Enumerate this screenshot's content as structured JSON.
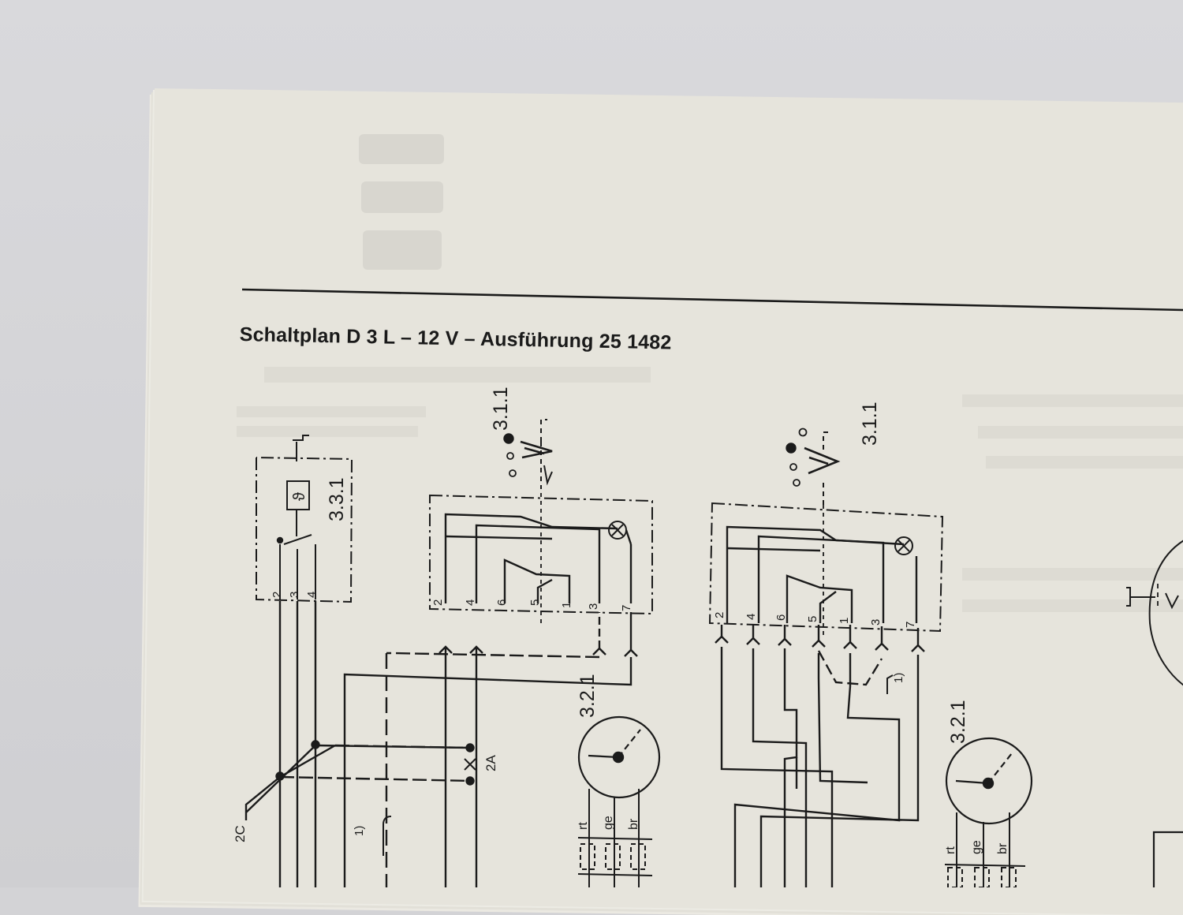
{
  "document": {
    "title": "Schaltplan D 3 L – 12 V – Ausführung 25 1482"
  },
  "labels": {
    "sensor_unit": "3.3.1",
    "switch_a": "3.1.1",
    "switch_b": "3.1.1",
    "gauge_a": "3.2.1",
    "gauge_b": "3.2.1",
    "fuse": "2A",
    "ground": "2C",
    "footnote_a": "1)",
    "footnote_b": "1)",
    "theta": "ϑ"
  },
  "terminals": {
    "sensor": [
      "2",
      "3",
      "4"
    ],
    "switch_a": [
      "2",
      "4",
      "6",
      "5",
      "1",
      "3",
      "7"
    ],
    "switch_b": [
      "2",
      "4",
      "6",
      "5",
      "1",
      "3",
      "7"
    ]
  },
  "wire_colors": [
    "rt",
    "ge",
    "br"
  ]
}
